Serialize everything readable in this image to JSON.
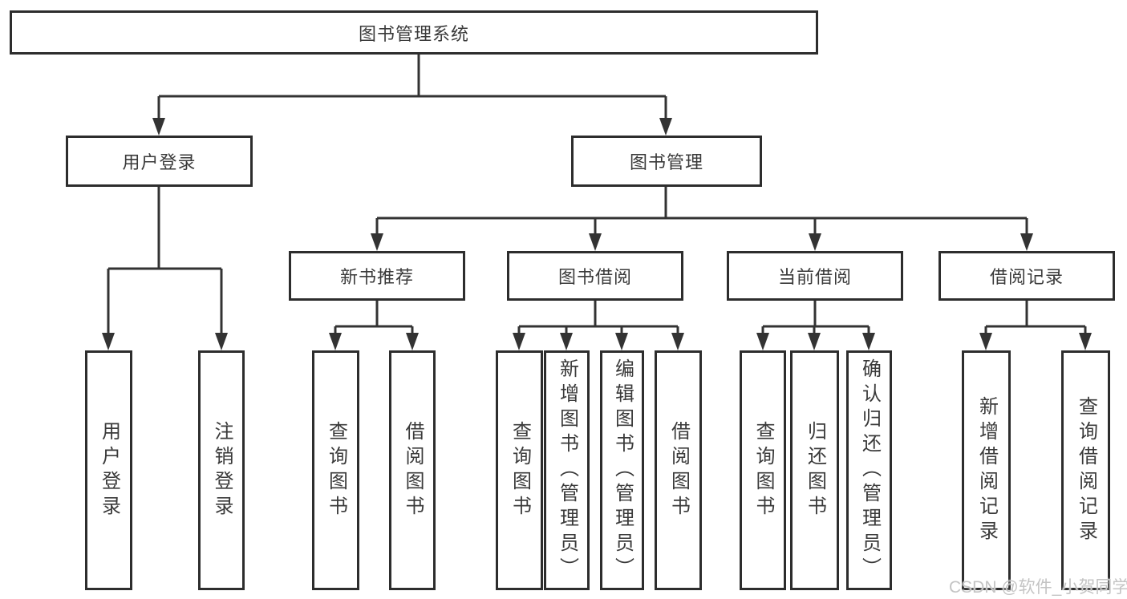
{
  "colors": {
    "line": "#333333",
    "box_border": "#2d2d2d",
    "text": "#3a3a3a",
    "watermark": "#c4c4c4",
    "background": "#ffffff"
  },
  "watermark": {
    "text": "CSDN @软件_小贺同学"
  },
  "tree": {
    "root": {
      "label": "图书管理系统"
    },
    "branches": [
      {
        "label": "用户登录",
        "children": [
          {
            "label": "用户登录"
          },
          {
            "label": "注销登录"
          }
        ]
      },
      {
        "label": "图书管理",
        "children": [
          {
            "label": "新书推荐",
            "children": [
              {
                "label": "查询图书"
              },
              {
                "label": "借阅图书"
              }
            ]
          },
          {
            "label": "图书借阅",
            "children": [
              {
                "label": "查询图书"
              },
              {
                "label": "新增图书（管理员）"
              },
              {
                "label": "编辑图书（管理员）"
              },
              {
                "label": "借阅图书"
              }
            ]
          },
          {
            "label": "当前借阅",
            "children": [
              {
                "label": "查询图书"
              },
              {
                "label": "归还图书"
              },
              {
                "label": "确认归还（管理员）"
              }
            ]
          },
          {
            "label": "借阅记录",
            "children": [
              {
                "label": "新增借阅记录"
              },
              {
                "label": "查询借阅记录"
              }
            ]
          }
        ]
      }
    ]
  }
}
